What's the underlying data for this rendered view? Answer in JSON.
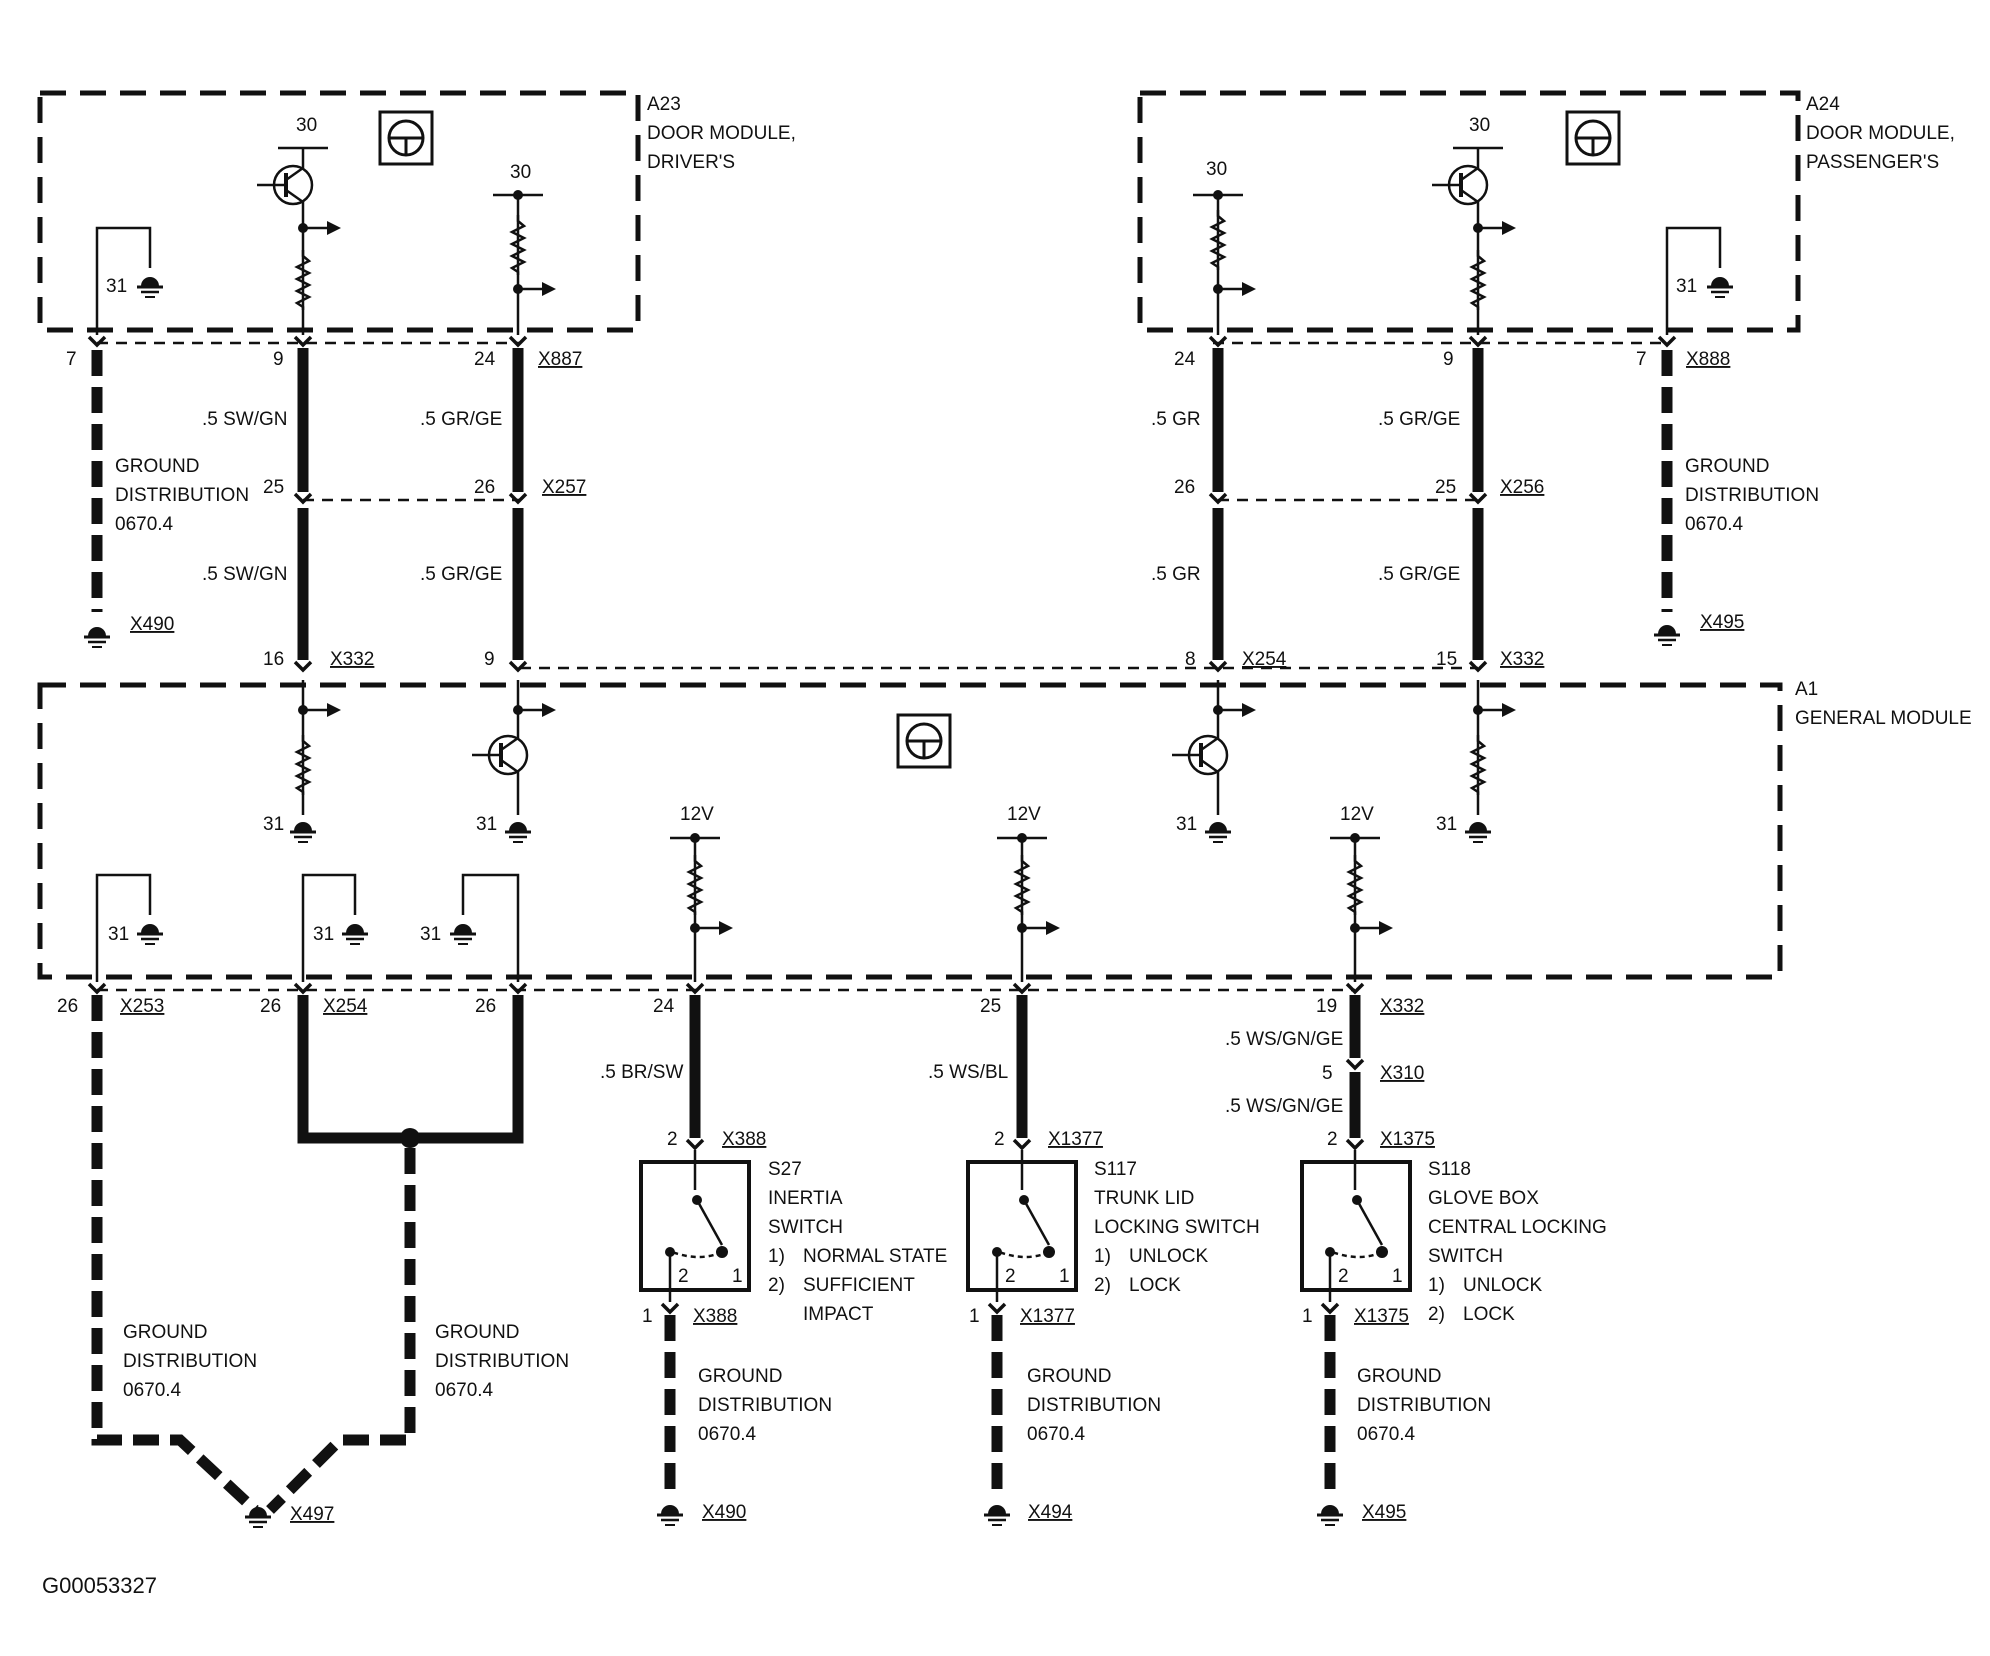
{
  "modules": {
    "a23": {
      "id": "A23",
      "line1": "DOOR MODULE,",
      "line2": "DRIVER'S"
    },
    "a24": {
      "id": "A24",
      "line1": "DOOR MODULE,",
      "line2": "PASSENGER'S"
    },
    "a1": {
      "id": "A1",
      "line1": "GENERAL MODULE"
    }
  },
  "terminals": {
    "t30": "30",
    "t31": "31",
    "v12": "12V"
  },
  "pins": {
    "p7": "7",
    "p9": "9",
    "p24": "24",
    "p25": "25",
    "p26": "26",
    "p16": "16",
    "p8": "8",
    "p15": "15",
    "p19": "19",
    "p5": "5",
    "p2": "2",
    "p1": "1"
  },
  "connectors": {
    "x887": "X887",
    "x888": "X888",
    "x257": "X257",
    "x256": "X256",
    "x332": "X332",
    "x254": "X254",
    "x253": "X253",
    "x490": "X490",
    "x495": "X495",
    "x497": "X497",
    "x494": "X494",
    "x388": "X388",
    "x1377": "X1377",
    "x1375": "X1375",
    "x310": "X310"
  },
  "wires": {
    "sw_gn": ".5 SW/GN",
    "gr_ge": ".5 GR/GE",
    "gr": ".5 GR",
    "br_sw": ".5 BR/SW",
    "ws_bl": ".5 WS/BL",
    "ws_gn_ge": ".5 WS/GN/GE"
  },
  "ground": {
    "line1": "GROUND",
    "line2": "DISTRIBUTION",
    "line3": "0670.4"
  },
  "switches": {
    "s27": {
      "id": "S27",
      "line1": "INERTIA",
      "line2": "SWITCH",
      "opt1": "NORMAL STATE",
      "opt2": "SUFFICIENT",
      "opt2b": "IMPACT"
    },
    "s117": {
      "id": "S117",
      "line1": "TRUNK LID",
      "line2": "LOCKING SWITCH",
      "opt1": "UNLOCK",
      "opt2": "LOCK"
    },
    "s118": {
      "id": "S118",
      "line1": "GLOVE BOX",
      "line2": "CENTRAL LOCKING",
      "line3": "SWITCH",
      "opt1": "UNLOCK",
      "opt2": "LOCK"
    },
    "idx1": "1)",
    "idx2": "2)"
  },
  "figure_id": "G00053327",
  "icons": [
    "transistor-symbol",
    "resistor-symbol",
    "ground-symbol",
    "module-icon",
    "signal-arrow"
  ]
}
